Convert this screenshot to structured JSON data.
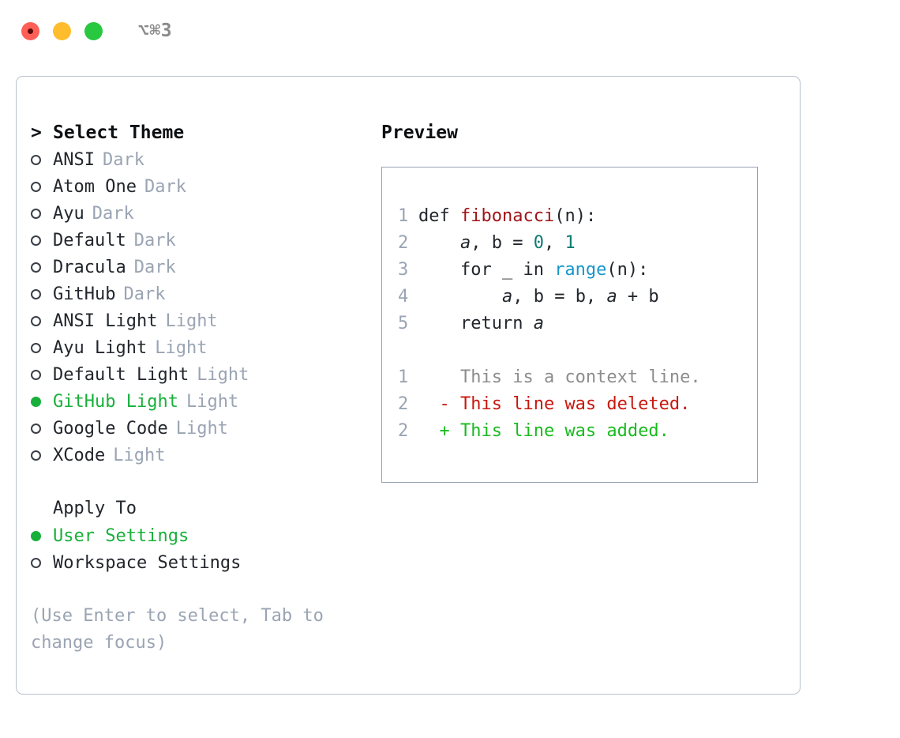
{
  "window": {
    "shortcut": "⌥⌘3",
    "traffic_lights": [
      {
        "name": "close",
        "color": "#ff5f57"
      },
      {
        "name": "minimize",
        "color": "#ffbd2e"
      },
      {
        "name": "maximize",
        "color": "#28c840"
      }
    ]
  },
  "colors": {
    "selected_green": "#18b03a",
    "muted_gray": "#9aa4b3",
    "text": "#22262c",
    "border": "#b8c0cc",
    "preview_border": "#97a3b2",
    "syntax_function": "#a11417",
    "syntax_number": "#107a72",
    "syntax_builtin": "#1597c9",
    "diff_added": "#19ba1f",
    "diff_deleted": "#c8180e",
    "diff_context": "#8d8d8d"
  },
  "theme_list": {
    "heading": "Select Theme",
    "heading_marker": ">",
    "items": [
      {
        "label": "ANSI",
        "tag": "Dark",
        "selected": false
      },
      {
        "label": "Atom One",
        "tag": "Dark",
        "selected": false
      },
      {
        "label": "Ayu",
        "tag": "Dark",
        "selected": false
      },
      {
        "label": "Default",
        "tag": "Dark",
        "selected": false
      },
      {
        "label": "Dracula",
        "tag": "Dark",
        "selected": false
      },
      {
        "label": "GitHub",
        "tag": "Dark",
        "selected": false
      },
      {
        "label": "ANSI Light",
        "tag": "Light",
        "selected": false
      },
      {
        "label": "Ayu Light",
        "tag": "Light",
        "selected": false
      },
      {
        "label": "Default Light",
        "tag": "Light",
        "selected": false
      },
      {
        "label": "GitHub Light",
        "tag": "Light",
        "selected": true
      },
      {
        "label": "Google Code",
        "tag": "Light",
        "selected": false
      },
      {
        "label": "XCode",
        "tag": "Light",
        "selected": false
      }
    ]
  },
  "apply_to": {
    "heading": "Apply To",
    "options": [
      {
        "label": "User Settings",
        "selected": true
      },
      {
        "label": "Workspace Settings",
        "selected": false
      }
    ]
  },
  "hint": "(Use Enter to select, Tab to change focus)",
  "preview": {
    "title": "Preview",
    "code_lines": [
      {
        "number": "1",
        "tokens": [
          {
            "text": "def ",
            "style": "plain"
          },
          {
            "text": "fibonacci",
            "style": "function"
          },
          {
            "text": "(n):",
            "style": "plain"
          }
        ]
      },
      {
        "number": "2",
        "tokens": [
          {
            "text": "    ",
            "style": "plain"
          },
          {
            "text": "a",
            "style": "var"
          },
          {
            "text": ", ",
            "style": "plain"
          },
          {
            "text": "b",
            "style": "plain"
          },
          {
            "text": " = ",
            "style": "plain"
          },
          {
            "text": "0",
            "style": "number"
          },
          {
            "text": ", ",
            "style": "plain"
          },
          {
            "text": "1",
            "style": "number"
          }
        ]
      },
      {
        "number": "3",
        "tokens": [
          {
            "text": "    for _ in ",
            "style": "plain"
          },
          {
            "text": "range",
            "style": "builtin"
          },
          {
            "text": "(n):",
            "style": "plain"
          }
        ]
      },
      {
        "number": "4",
        "tokens": [
          {
            "text": "        ",
            "style": "plain"
          },
          {
            "text": "a",
            "style": "var"
          },
          {
            "text": ", b = b, ",
            "style": "plain"
          },
          {
            "text": "a",
            "style": "var"
          },
          {
            "text": " + b",
            "style": "plain"
          }
        ]
      },
      {
        "number": "5",
        "tokens": [
          {
            "text": "    return ",
            "style": "plain"
          },
          {
            "text": "a",
            "style": "var"
          }
        ]
      }
    ],
    "diff_lines": [
      {
        "number": "1",
        "sign": " ",
        "text": "This is a context line.",
        "kind": "context"
      },
      {
        "number": "2",
        "sign": "-",
        "text": "This line was deleted.",
        "kind": "deleted"
      },
      {
        "number": "2",
        "sign": "+",
        "text": "This line was added.",
        "kind": "added"
      }
    ]
  }
}
